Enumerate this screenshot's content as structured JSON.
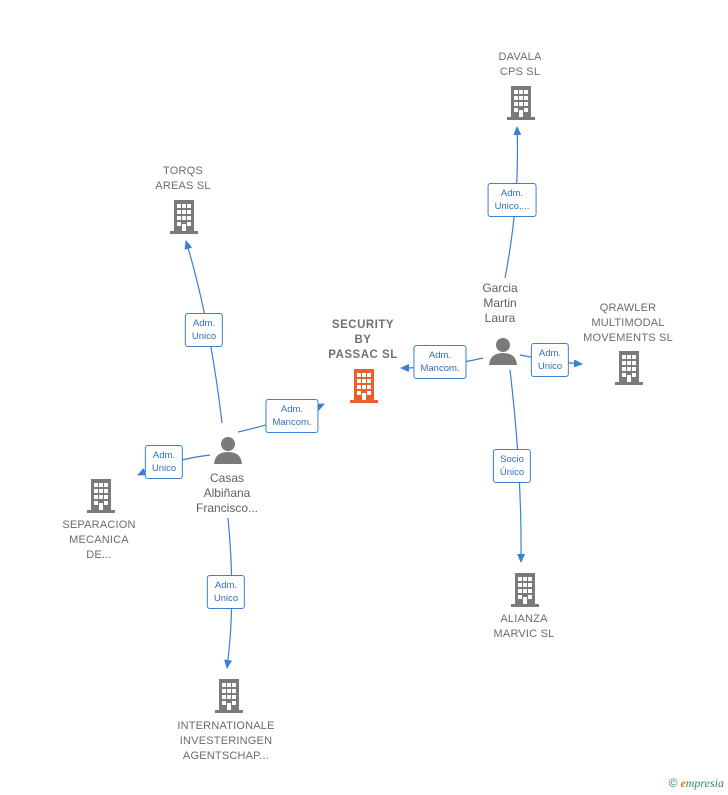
{
  "colors": {
    "company": "#7a7a7a",
    "main_company": "#e8602c",
    "person": "#7a7a7a",
    "edge": "#3b7fd4"
  },
  "nodes": {
    "security": {
      "lines": [
        "SECURITY",
        "BY",
        "PASSAC  SL"
      ],
      "icon": "building-icon"
    },
    "davala": {
      "lines": [
        "DAVALA",
        "CPS  SL"
      ],
      "icon": "building-icon"
    },
    "torqs": {
      "lines": [
        "TORQS",
        "AREAS  SL"
      ],
      "icon": "building-icon"
    },
    "qrawler": {
      "lines": [
        "QRAWLER",
        "MULTIMODAL",
        "MOVEMENTS SL"
      ],
      "icon": "building-icon"
    },
    "separacion": {
      "lines": [
        "SEPARACION",
        "MECANICA",
        "DE..."
      ],
      "icon": "building-icon"
    },
    "alianza": {
      "lines": [
        "ALIANZA",
        "MARVIC  SL"
      ],
      "icon": "building-icon"
    },
    "internationale": {
      "lines": [
        "INTERNATIONALE",
        "INVESTERINGEN",
        "AGENTSCHAP..."
      ],
      "icon": "building-icon"
    },
    "garcia": {
      "lines": [
        "Garcia",
        "Martin",
        "Laura"
      ],
      "icon": "person-icon"
    },
    "casas": {
      "lines": [
        "Casas",
        "Albiñana",
        "Francisco..."
      ],
      "icon": "person-icon"
    }
  },
  "edges": {
    "garcia_davala": [
      "Adm.",
      "Unico,..."
    ],
    "garcia_security": [
      "Adm.",
      "Mancom."
    ],
    "garcia_qrawler": [
      "Adm.",
      "Unico"
    ],
    "garcia_alianza": [
      "Socio",
      "Único"
    ],
    "casas_torqs": [
      "Adm.",
      "Unico"
    ],
    "casas_security": [
      "Adm.",
      "Mancom."
    ],
    "casas_separacion": [
      "Adm.",
      "Unico"
    ],
    "casas_internationale": [
      "Adm.",
      "Unico"
    ]
  },
  "watermark": {
    "copyright": "©",
    "brand_initial": "e",
    "brand_rest": "mpresia"
  }
}
